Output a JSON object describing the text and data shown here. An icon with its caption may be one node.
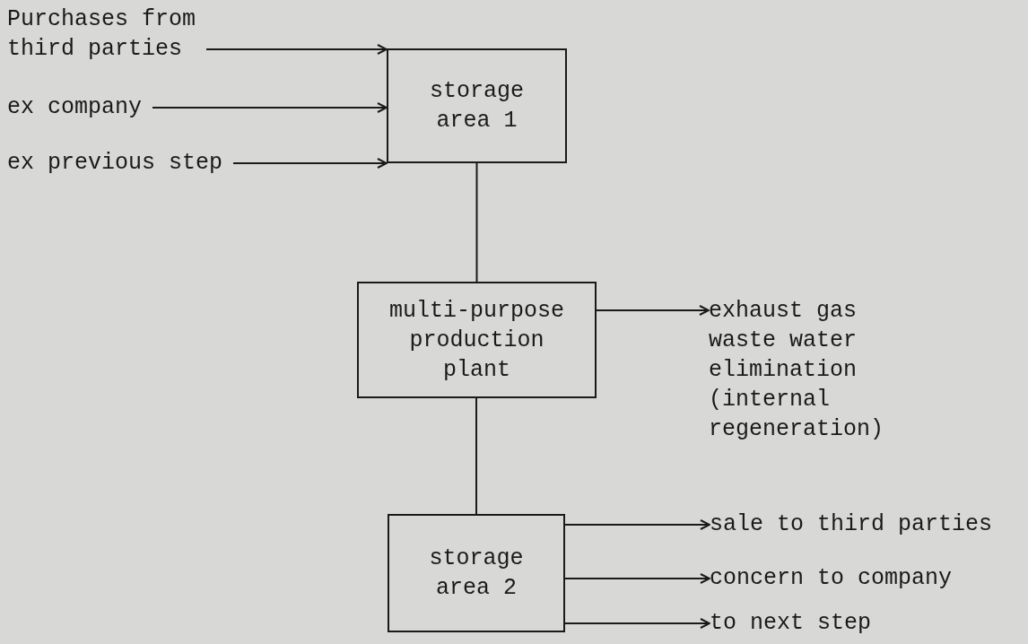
{
  "diagram": {
    "nodes": [
      {
        "text": [
          "Purchases from third parties"
        ]
      },
      {
        "text": [
          "ex company"
        ]
      },
      {
        "text": [
          "ex previous step"
        ]
      },
      {
        "text": [
          "storage area 1"
        ]
      },
      {
        "text": [
          "multi-purpose production plant"
        ]
      },
      {
        "text": [
          "exhaust gas waste water elimination (internal regeneration)"
        ]
      },
      {
        "text": [
          "storage area 2"
        ]
      },
      {
        "text": [
          "sale to third parties"
        ]
      },
      {
        "text": [
          "concern to company"
        ]
      },
      {
        "text": [
          "to next step"
        ]
      }
    ],
    "edges": [
      {
        "from": 0,
        "to": 3,
        "arrow": "to"
      },
      {
        "from": 1,
        "to": 3,
        "arrow": "to"
      },
      {
        "from": 2,
        "to": 3,
        "arrow": "to"
      },
      {
        "from": 3,
        "to": 4,
        "arrow": "none"
      },
      {
        "from": 4,
        "to": 5,
        "arrow": "to"
      },
      {
        "from": 4,
        "to": 6,
        "arrow": "none"
      },
      {
        "from": 6,
        "to": 7,
        "arrow": "to"
      },
      {
        "from": 6,
        "to": 8,
        "arrow": "to"
      },
      {
        "from": 6,
        "to": 9,
        "arrow": "to"
      }
    ]
  }
}
